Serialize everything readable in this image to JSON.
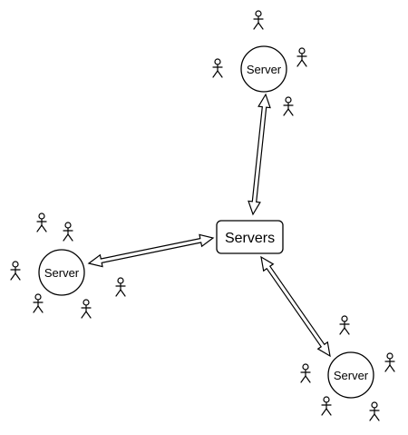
{
  "diagram": {
    "hub": {
      "label": "Servers"
    },
    "clusters": [
      {
        "id": "top",
        "label": "Server"
      },
      {
        "id": "left",
        "label": "Server"
      },
      {
        "id": "bottom-right",
        "label": "Server"
      }
    ]
  }
}
